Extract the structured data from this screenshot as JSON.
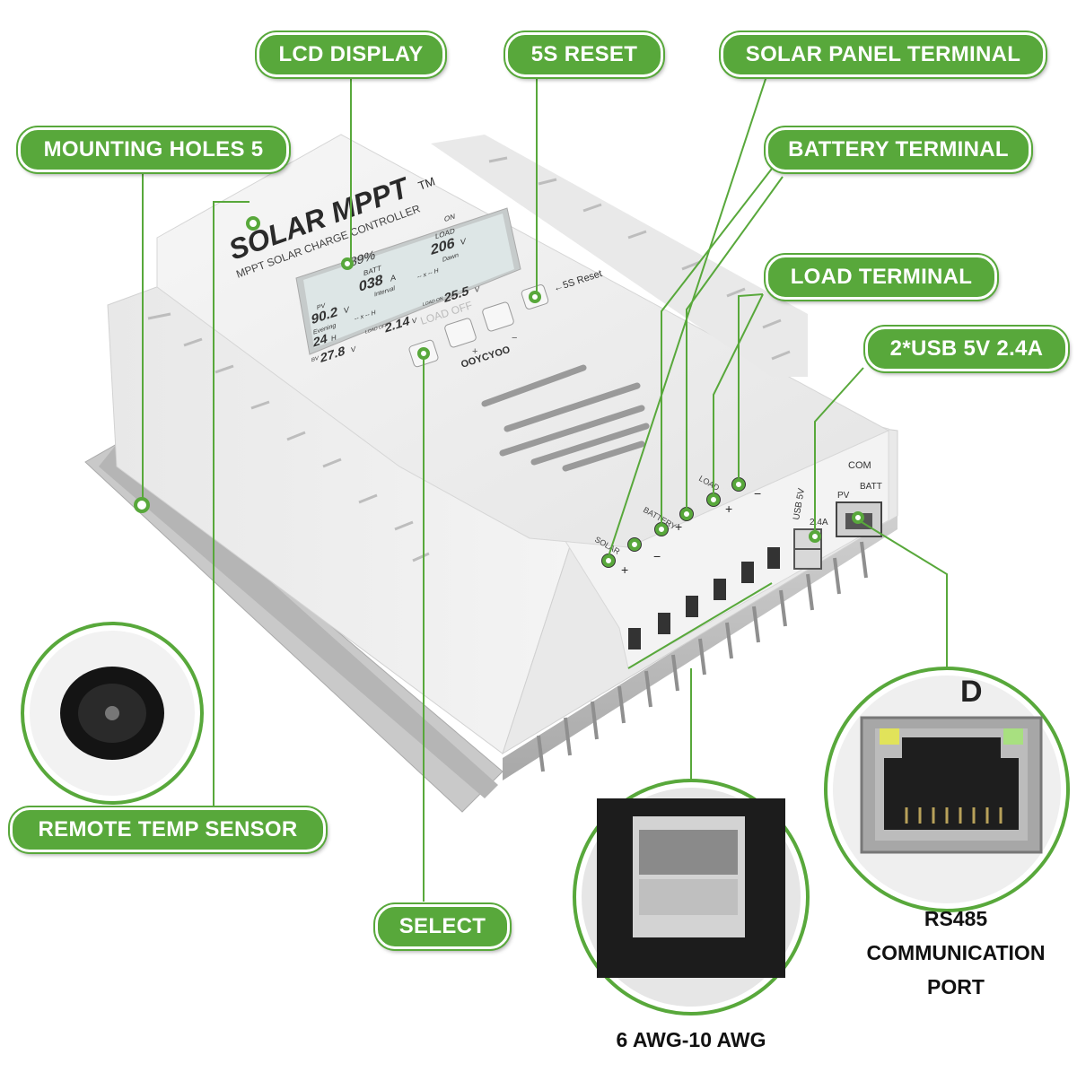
{
  "colors": {
    "accent": "#58a83b",
    "body": "#efefef",
    "shadow": "#d6d6d6",
    "lcd": "#dde6e6"
  },
  "labels": {
    "lcd_display": "LCD DISPLAY",
    "reset": "5S RESET",
    "solar_terminal": "SOLAR PANEL TERMINAL",
    "mounting_holes": "MOUNTING HOLES 5",
    "battery_terminal": "BATTERY TERMINAL",
    "load_terminal": "LOAD TERMINAL",
    "usb": "2*USB 5V 2.4A",
    "remote_temp": "REMOTE TEMP SENSOR",
    "select": "SELECT",
    "rs485_line1": "RS485",
    "rs485_line2": "COMMUNICATION",
    "rs485_line3": "PORT",
    "awg": "6 AWG-10 AWG"
  },
  "device": {
    "brand": "SOLAR MPPT",
    "tm": "TM",
    "subtitle": "MPPT SOLAR CHARGE CONTROLLER",
    "maker": "OOYCYOO",
    "reset_text": "←5S Reset",
    "key_plus": "+",
    "key_minus": "−",
    "load_off": "LOAD  OFF",
    "port_solar": "SOLAR",
    "port_battery": "BATTERY",
    "port_load": "LOAD",
    "usb_text_1": "USB 5V",
    "usb_text_2": "2.4A",
    "com": "COM",
    "pv": "PV",
    "batt": "BATT",
    "sign_plus": "+",
    "sign_minus": "−",
    "inset_text": "D"
  },
  "lcd": {
    "batt_pct": "89%",
    "batt_label": "BATT",
    "batt_current": "038",
    "batt_current_unit": "A",
    "on": "ON",
    "load_label": "LOAD",
    "load_value": "206",
    "load_unit": "V",
    "dawn": "Dawn",
    "pv_label": "PV",
    "pv_value": "90.2",
    "pv_unit": "V",
    "interval": "Interval",
    "evening": "Evening",
    "x_h_1": "-- x -- H",
    "x_h_2": "-- x -- H",
    "dawn_h": "24",
    "dawn_h_unit": "H",
    "bv_label": "BV",
    "bv_value": "27.8",
    "bv_unit": "V",
    "load_off_label": "LOAD OFF",
    "load_off_value": "2.14",
    "load_off_unit": "V",
    "load_on_label": "LOAD ON",
    "load_on_value": "25.5",
    "load_on_unit": "V"
  }
}
